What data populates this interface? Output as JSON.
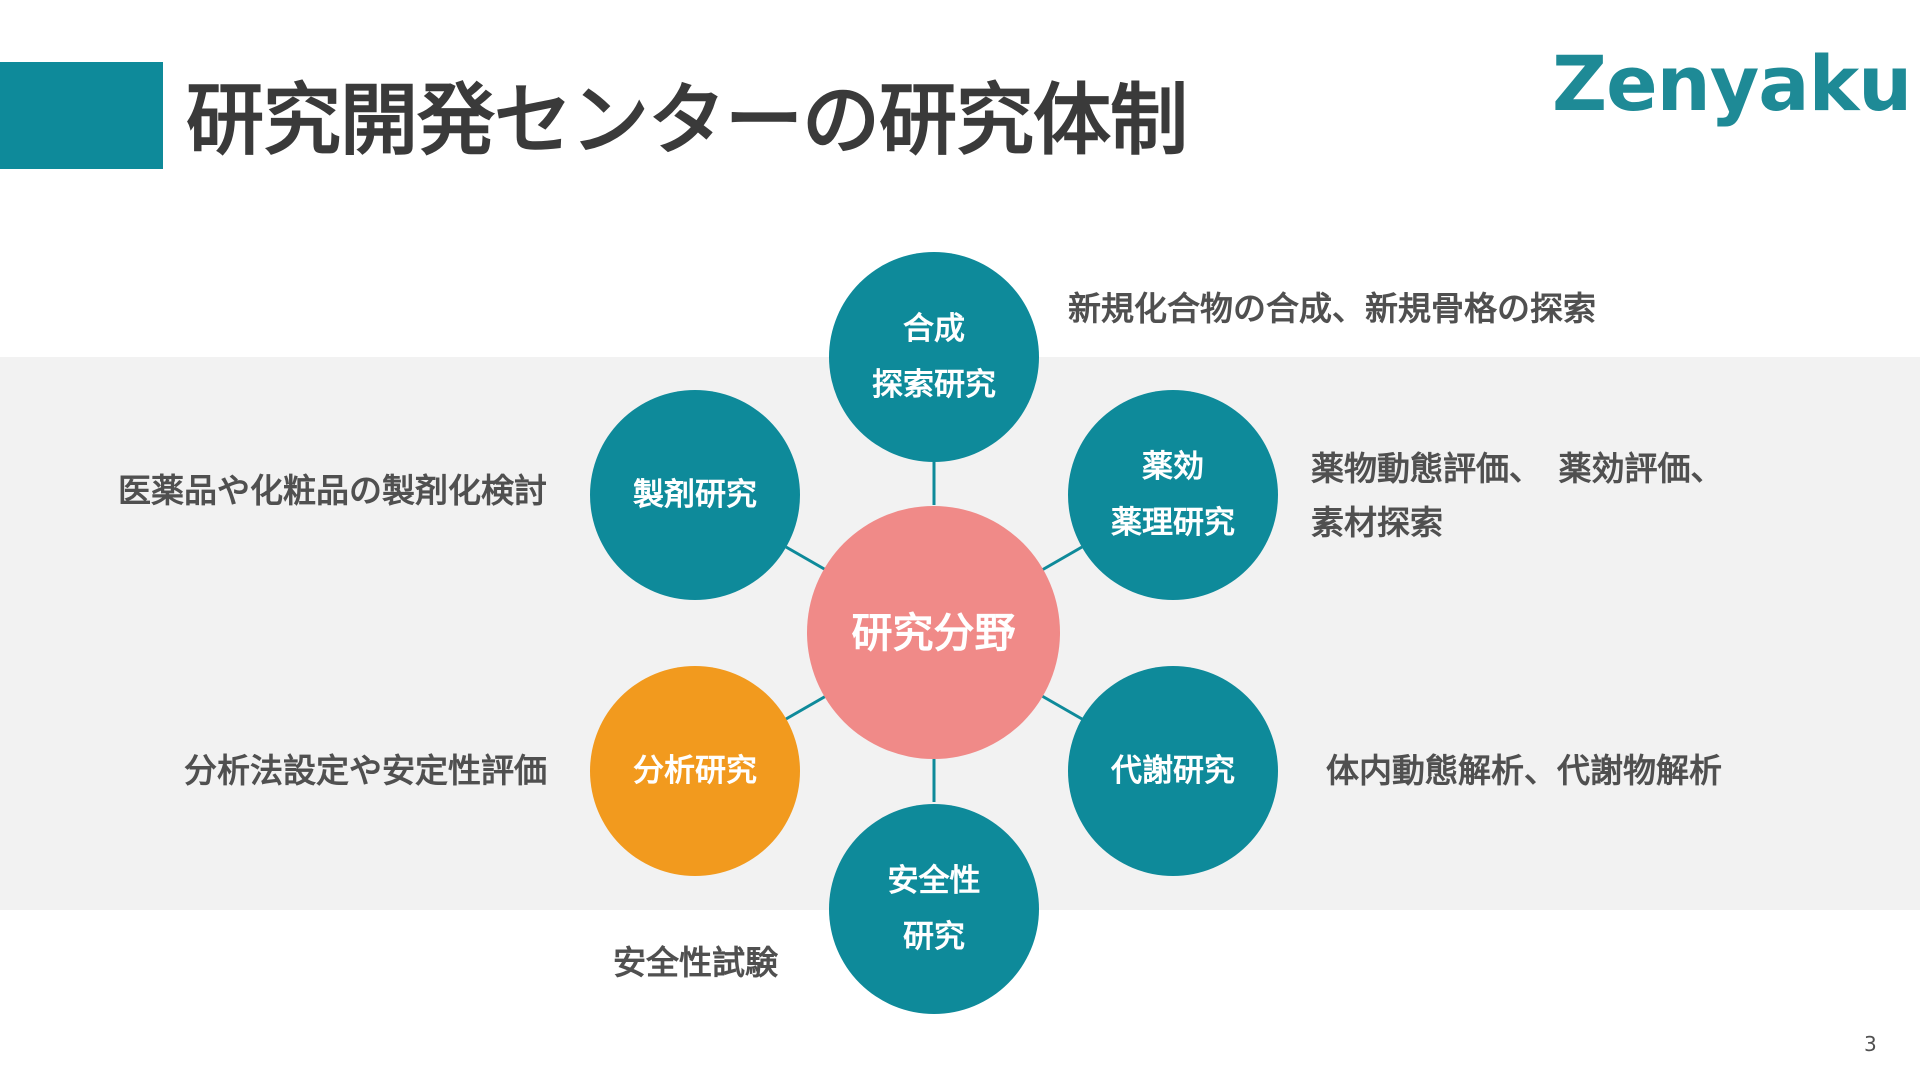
{
  "header": {
    "title": "研究開発センターの研究体制",
    "logo": "Zenyaku"
  },
  "colors": {
    "accent": "#0e8a9a",
    "node_teal": "#0e8a9a",
    "node_orange": "#f29a1e",
    "node_center": "#f08a88",
    "band": "#f2f2f2",
    "text": "#505050"
  },
  "diagram": {
    "center": {
      "lines": [
        "研究分野"
      ]
    },
    "nodes": [
      {
        "lines": [
          "合成",
          "探索研究"
        ],
        "description": [
          "新規化合物の合成、新規骨格の探索"
        ]
      },
      {
        "lines": [
          "薬効",
          "薬理研究"
        ],
        "description": [
          "薬物動態評価、　薬効評価、",
          "素材探索"
        ]
      },
      {
        "lines": [
          "代謝研究"
        ],
        "description": [
          "体内動態解析、代謝物解析"
        ]
      },
      {
        "lines": [
          "安全性",
          "研究"
        ],
        "description": [
          "安全性試験"
        ]
      },
      {
        "lines": [
          "分析研究"
        ],
        "description": [
          "分析法設定や安定性評価"
        ]
      },
      {
        "lines": [
          "製剤研究"
        ],
        "description": [
          "医薬品や化粧品の製剤化検討"
        ]
      }
    ]
  },
  "footer": {
    "page_number": "3"
  }
}
